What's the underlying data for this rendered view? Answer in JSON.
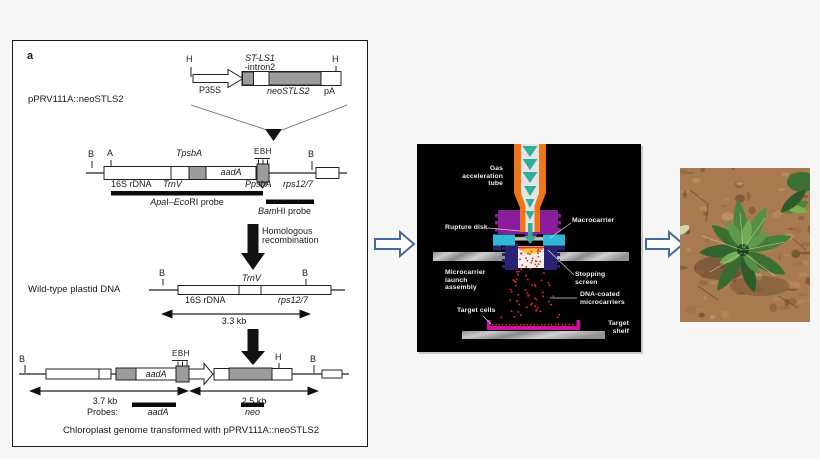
{
  "panel_a": {
    "tag": "a",
    "plasmid_name": "pPRV111A::neoSTLS2",
    "cassette": {
      "h_left": "H",
      "h_right": "H",
      "stls1": "ST-LS1",
      "intron": "-intron2",
      "p35s": "P35S",
      "neo_gene": "neoSTLS2",
      "pa": "pA"
    },
    "vector_map": {
      "b_left": "B",
      "a_site": "A",
      "tpsba": "TpsbA",
      "ebh": "EBH",
      "b_right": "B",
      "aada": "aadA",
      "rrna": "16S rDNA",
      "trnv": "TrnV",
      "ppsba": "PpsbA",
      "rps": "rps12/7",
      "probe1_p1": "Apa",
      "probe1_p2": "I–",
      "probe1_p3": "Eco",
      "probe1_p4": "RI probe",
      "probe2_p1": "Bam",
      "probe2_p2": "HI probe"
    },
    "recombination_label": "Homologous\nrecombination",
    "wild_type": {
      "label": "Wild-type plastid DNA",
      "b_left": "B",
      "trnv": "TrnV",
      "b_right": "B",
      "rrna": "16S rDNA",
      "rps": "rps12/7",
      "fragment": "3.3 kb"
    },
    "transformed": {
      "b_far_left": "B",
      "ebh": "EBH",
      "aada": "aadA",
      "h_site": "H",
      "b_right": "B",
      "fragment_left": "3.7 kb",
      "fragment_right": "2.5 kb",
      "probes_label": "Probes:",
      "probe_aada": "aadA",
      "probe_neo": "neo",
      "caption": "Chloroplast genome transformed with pPRV111A::neoSTLS2"
    }
  },
  "gene_gun": {
    "labels": {
      "gas_tube": "Gas\nacceleration\ntube",
      "rupture_disk": "Rupture disk",
      "macrocarrier": "Macrocarrier",
      "launch_assembly": "Microcarrier\nlaunch\nassembly",
      "stopping_screen": "Stopping\nscreen",
      "dna_microcarriers": "DNA-coated\nmicrocarriers",
      "target_cells": "Target cells",
      "target_shelf": "Target\nshelf"
    },
    "colors": {
      "background": "#000000",
      "gas_tube": "#f07518",
      "helium_arrows": "#2fae9b",
      "rupture_fitting": "#8a1d9b",
      "macrocarrier_holder": "#2fb9d6",
      "launch_body": "#2a2273",
      "microcarriers": "#e8241c",
      "target_dish": "#c9159f"
    }
  },
  "flow_arrows": {
    "color": "#46699c"
  },
  "plant_photo": {
    "alt": "tobacco seedling growing in soil"
  }
}
